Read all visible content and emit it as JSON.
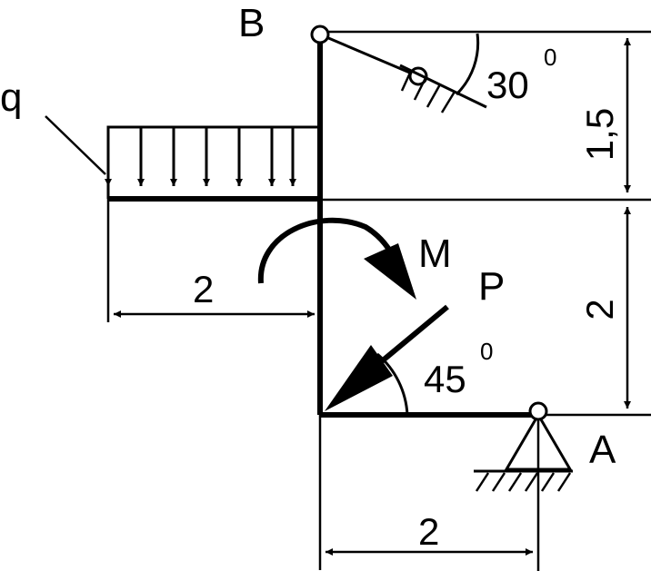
{
  "labels": {
    "point_b": "B",
    "point_a": "A",
    "load_q": "q",
    "moment_m": "M",
    "force_p": "P",
    "angle_30": "30",
    "angle_30_sup": "0",
    "angle_45": "45",
    "angle_45_sup": "0"
  },
  "dimensions": {
    "top_height": "1,5",
    "mid_height": "2",
    "left_length": "2",
    "bottom_length": "2"
  },
  "colors": {
    "ink": "#000000",
    "background": "#ffffff"
  }
}
